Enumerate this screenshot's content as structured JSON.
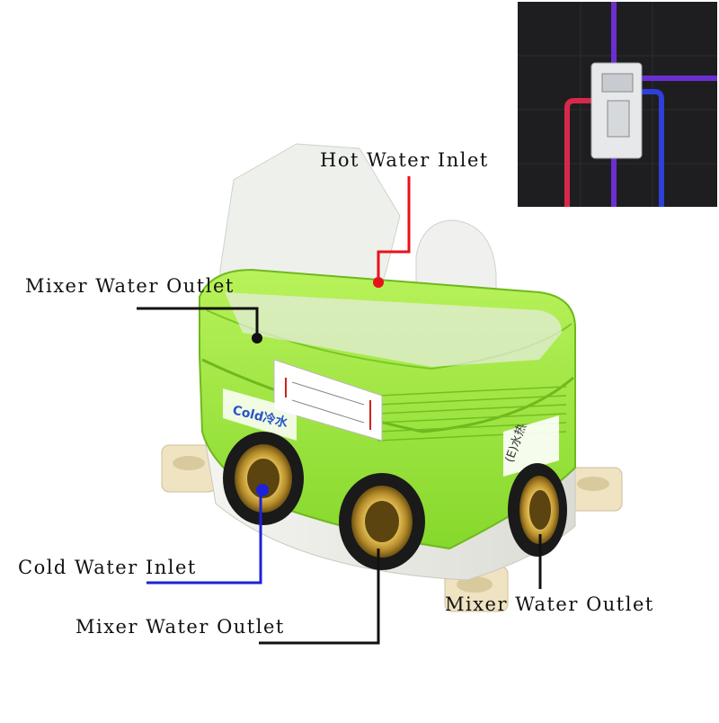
{
  "labels": {
    "hot_inlet": "Hot Water Inlet",
    "mixer_outlet_left": "Mixer Water Outlet",
    "cold_inlet": "Cold Water Inlet",
    "mixer_outlet_bottom": "Mixer Water Outlet",
    "mixer_outlet_right": "Mixer Water Outlet"
  },
  "sticker": {
    "cold_label": "Cold冷水",
    "hot_label": "(E)水热"
  },
  "colors": {
    "hot_line": "#e8121a",
    "cold_line": "#1c22d6",
    "outlet_line": "#111111",
    "box_green": "#9be63c",
    "cold_text": "#2a55c8"
  }
}
